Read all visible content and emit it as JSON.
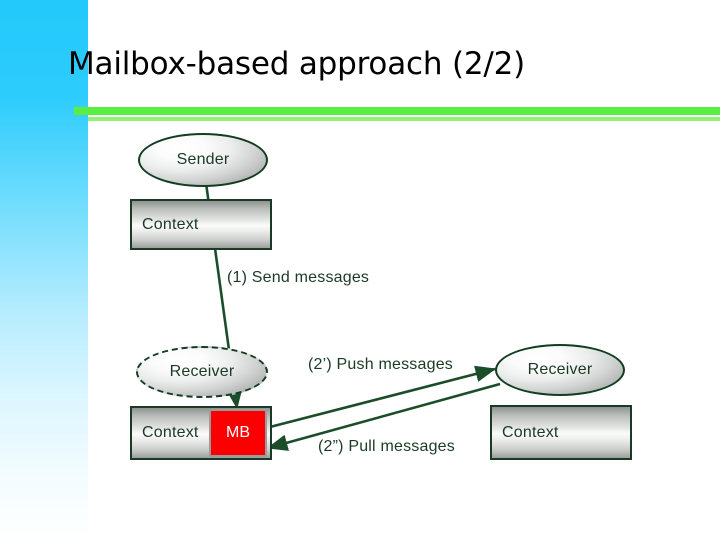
{
  "slide": {
    "title": "Mailbox-based approach (2/2)",
    "accent_green_thick": "#5aee42",
    "accent_green_thin": "#8ef274",
    "strip_color_top": "#23c9fb",
    "strip_color_bottom": "#ffffff",
    "connector_color": "#1b4d2b",
    "mailbox_color": "#fb0000"
  },
  "nodes": {
    "sender": {
      "label": "Sender"
    },
    "sender_context": {
      "label": "Context"
    },
    "receiver_left": {
      "label": "Receiver"
    },
    "receiver_left_context": {
      "label": "Context"
    },
    "mailbox": {
      "label": "MB"
    },
    "receiver_right": {
      "label": "Receiver"
    },
    "receiver_right_context": {
      "label": "Context"
    }
  },
  "connectors": [
    {
      "id": "send",
      "label": "(1) Send messages"
    },
    {
      "id": "push",
      "label": "(2’) Push messages"
    },
    {
      "id": "pull",
      "label": "(2”) Pull messages"
    }
  ]
}
